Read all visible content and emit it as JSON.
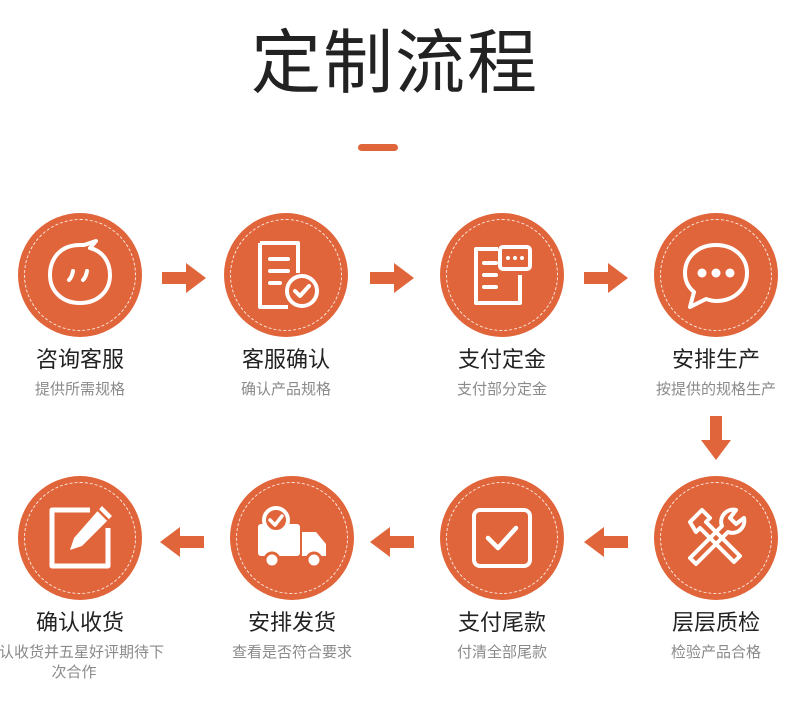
{
  "title": "定制流程",
  "colors": {
    "accent": "#e1653a",
    "title": "#222222",
    "desc": "#8a8a8a"
  },
  "steps": [
    {
      "title": "咨询客服",
      "desc": "提供所需规格",
      "icon": "chat-bubble-icon"
    },
    {
      "title": "客服确认",
      "desc": "确认产品规格",
      "icon": "document-check-icon"
    },
    {
      "title": "支付定金",
      "desc": "支付部分定金",
      "icon": "payment-terminal-icon"
    },
    {
      "title": "安排生产",
      "desc": "按提供的规格生产",
      "icon": "speech-bubble-icon"
    },
    {
      "title": "层层质检",
      "desc": "检验产品合格",
      "icon": "tools-icon"
    },
    {
      "title": "支付尾款",
      "desc": "付清全部尾款",
      "icon": "checkbox-icon"
    },
    {
      "title": "安排发货",
      "desc": "查看是否符合要求",
      "icon": "delivery-truck-icon"
    },
    {
      "title": "确认收货",
      "desc": "确认收货并五星好评期待下次合作",
      "icon": "edit-note-icon"
    }
  ]
}
